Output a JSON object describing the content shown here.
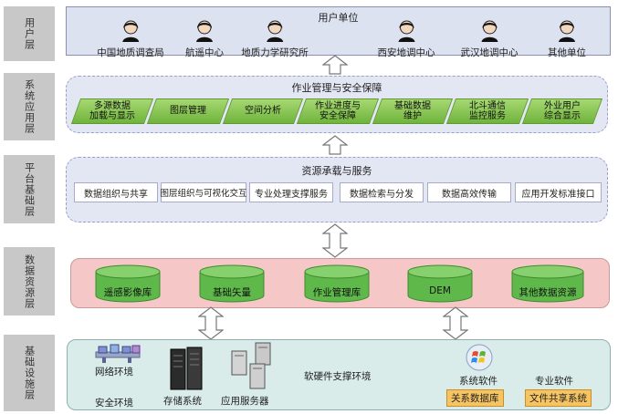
{
  "layers": {
    "user": "用户层",
    "application": "系统应用层",
    "platform": "平台基础层",
    "data": "数据资源层",
    "infrastructure": "基础设施层"
  },
  "user_layer": {
    "title": "用户单位",
    "users": [
      "中国地质调查局",
      "航遥中心",
      "地质力学研究所",
      "西安地调中心",
      "武汉地调中心",
      "其他单位"
    ]
  },
  "application_layer": {
    "title": "作业管理与安全保障",
    "items": [
      "多源数据\n加载与显示",
      "图层管理",
      "空间分析",
      "作业进度与\n安全保障",
      "基础数据\n维护",
      "北斗通信\n监控服务",
      "外业用户\n综合显示"
    ]
  },
  "platform_layer": {
    "title": "资源承载与服务",
    "items": [
      "数据组织与共享",
      "图层组织与可视化交互",
      "专业处理支撑服务",
      "数据检索与分发",
      "数据高效传输",
      "应用开发标准接口"
    ]
  },
  "data_layer": {
    "items": [
      "遥感影像库",
      "基础矢量",
      "作业管理库",
      "DEM",
      "其他数据资源"
    ]
  },
  "infrastructure_layer": {
    "network": "网络环境",
    "security": "安全环境",
    "storage": "存储系统",
    "app_server": "应用服务器",
    "support": "软硬件支撑环境",
    "system_software": "系统软件",
    "relational_db": "关系数据库",
    "professional_software": "专业软件",
    "file_sharing": "文件共享系统"
  },
  "colors": {
    "layer_label_bg": "#c8c8c8",
    "panel_bg": "#dde2f0",
    "app_item": "#8cc654",
    "data_panel": "#f6c7c7",
    "cylinder": "#5fb84a",
    "infra_panel": "#d9ecea",
    "tag": "#f7c463"
  },
  "icons": [
    "person-icon",
    "network-icon",
    "server-rack-icon",
    "server-tower-icon",
    "windows-logo-icon"
  ]
}
